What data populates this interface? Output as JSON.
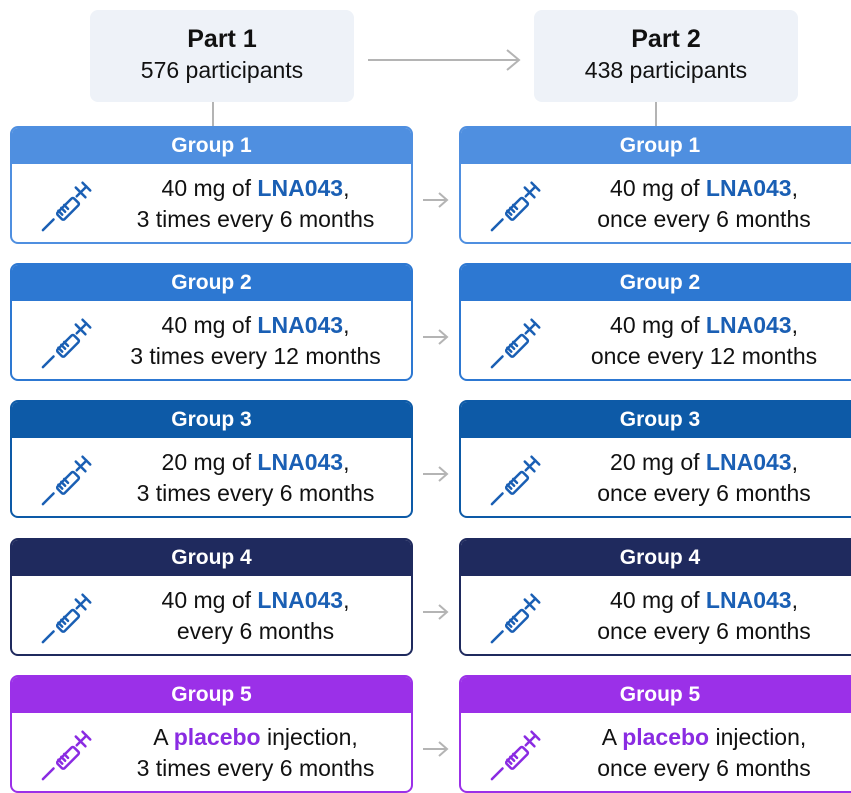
{
  "part1": {
    "title": "Part 1",
    "count": "576 participants"
  },
  "part2": {
    "title": "Part 2",
    "count": "438 participants"
  },
  "colors": {
    "lna_text": "#1a5fb4",
    "placebo_text": "#8a2be2",
    "arrow": "#b4b4b4"
  },
  "icons": {
    "syringe": "syringe-icon",
    "arrow": "arrow-right-icon"
  },
  "groups": [
    {
      "title": "Group 1",
      "color": "#4f8fe0",
      "highlight": "#1a5fb4",
      "part1": {
        "prefix": "40 mg of ",
        "drug": "LNA043",
        "suffix": ",",
        "schedule": "3 times every 6 months"
      },
      "part2": {
        "prefix": "40 mg of ",
        "drug": "LNA043",
        "suffix": ",",
        "schedule": "once every 6 months"
      }
    },
    {
      "title": "Group 2",
      "color": "#2d78d2",
      "highlight": "#1a5fb4",
      "part1": {
        "prefix": "40 mg of ",
        "drug": "LNA043",
        "suffix": ",",
        "schedule": "3 times every 12 months"
      },
      "part2": {
        "prefix": "40 mg of ",
        "drug": "LNA043",
        "suffix": ",",
        "schedule": "once every 12 months"
      }
    },
    {
      "title": "Group 3",
      "color": "#0d5aa7",
      "highlight": "#1a5fb4",
      "part1": {
        "prefix": "20 mg of ",
        "drug": "LNA043",
        "suffix": ",",
        "schedule": "3 times every 6 months"
      },
      "part2": {
        "prefix": "20 mg of ",
        "drug": "LNA043",
        "suffix": ",",
        "schedule": "once every 6 months"
      }
    },
    {
      "title": "Group 4",
      "color": "#1f2a5e",
      "highlight": "#1a5fb4",
      "part1": {
        "prefix": "40 mg of ",
        "drug": "LNA043",
        "suffix": ",",
        "schedule": "every 6 months"
      },
      "part2": {
        "prefix": "40 mg of ",
        "drug": "LNA043",
        "suffix": ",",
        "schedule": "once every 6 months"
      }
    },
    {
      "title": "Group 5",
      "color": "#9b30e8",
      "highlight": "#8a2be2",
      "part1": {
        "prefix": "A ",
        "drug": "placebo",
        "suffix": " injection,",
        "schedule": "3 times every 6 months"
      },
      "part2": {
        "prefix": "A ",
        "drug": "placebo",
        "suffix": " injection,",
        "schedule": "once every 6 months"
      }
    }
  ]
}
